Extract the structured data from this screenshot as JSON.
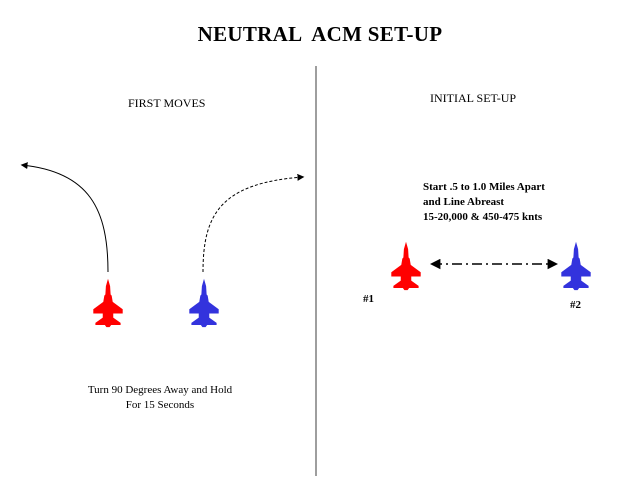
{
  "title": "NEUTRAL  ACM SET-UP",
  "left_panel": {
    "heading": "FIRST MOVES",
    "caption_lines": [
      "Turn 90 Degrees Away and Hold",
      "For 15 Seconds"
    ]
  },
  "right_panel": {
    "heading": "INITIAL SET-UP",
    "setup_lines": [
      "Start .5 to 1.0 Miles Apart",
      "and Line Abreast",
      "15-20,000 & 450-475 knts"
    ],
    "fighter_1_label": "#1",
    "fighter_2_label": "#2"
  },
  "colors": {
    "red_fighter": "#ff0000",
    "blue_fighter": "#3333dd",
    "divider": "#7f7f7f"
  }
}
